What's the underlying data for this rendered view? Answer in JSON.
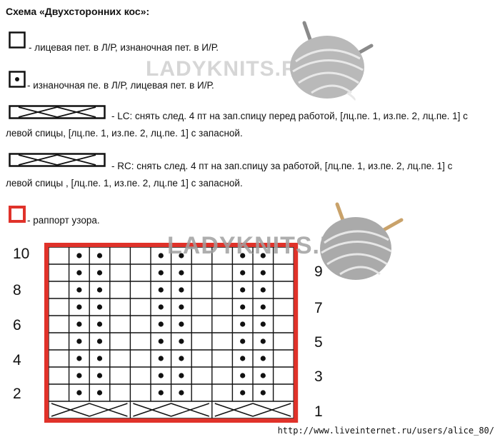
{
  "title": "Схема «Двухсторонних кос»:",
  "legend": {
    "knit": "- лицевая пет. в Л/Р, изнаночная пет. в И/Р.",
    "purl": "- изнаночная пе. в Л/Р, лицевая пет. в И/Р.",
    "lc_line1": "- LC: снять след. 4 пт на зап.спицу перед работой, [лц.пе. 1, из.пе. 2, лц.пе. 1] с",
    "lc_line2": "левой спицы, [лц.пе. 1, из.пе. 2, лц.пе. 1] с запасной.",
    "rc_line1": "- RC: снять след. 4 пт на зап.спицу за работой, [лц.пе. 1, из.пе. 2, лц.пе. 1] с",
    "rc_line2": "левой спицы , [лц.пе. 1, из.пе. 2, лц.пе 1] с запасной.",
    "repeat": "- раппорт узора."
  },
  "watermark": "LADYKNITS.RU",
  "row_numbers_left": [
    "10",
    "8",
    "6",
    "4",
    "2"
  ],
  "row_numbers_right": [
    "9",
    "7",
    "5",
    "3",
    "1"
  ],
  "chart": {
    "columns": 12,
    "rows": 10,
    "purl_columns": [
      1,
      2,
      5,
      6,
      9,
      10
    ],
    "cable_row": 1,
    "cables": [
      {
        "from_col": 0,
        "to_col": 3,
        "type": "LC"
      },
      {
        "from_col": 4,
        "to_col": 7,
        "type": "RC"
      },
      {
        "from_col": 8,
        "to_col": 11,
        "type": "LC"
      }
    ]
  },
  "colors": {
    "repeat_border": "#e0322a",
    "grid": "#111111",
    "watermark": "#c8c8c8"
  },
  "source_url": "http://www.liveinternet.ru/users/alice_80/"
}
